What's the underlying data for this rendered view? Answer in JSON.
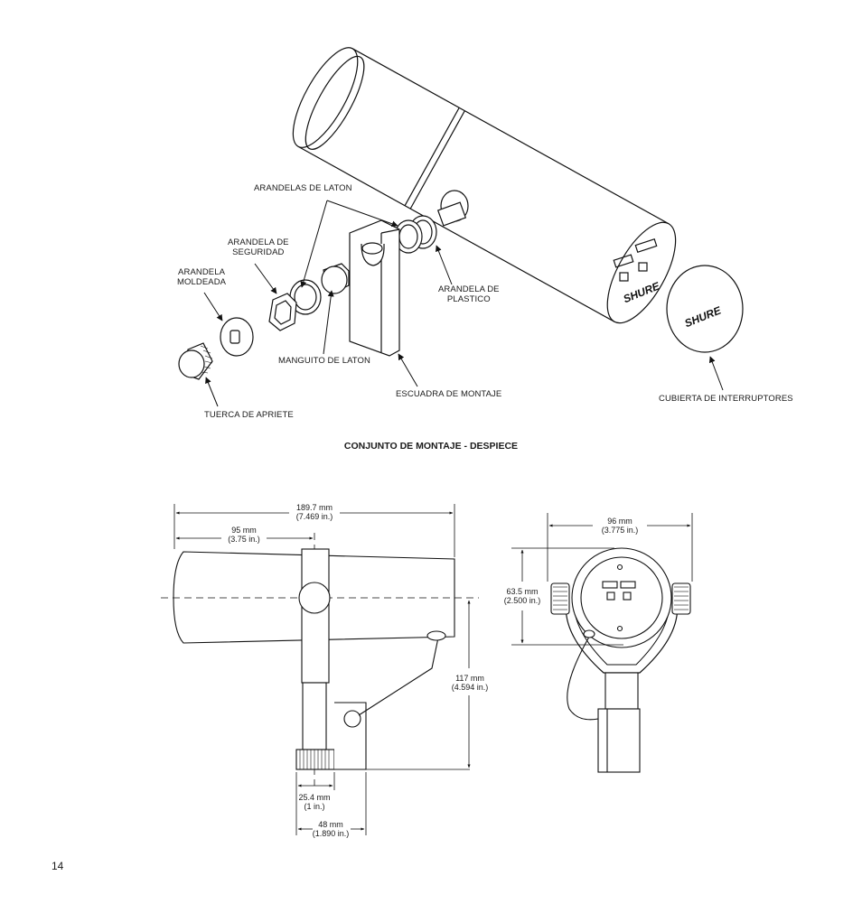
{
  "labels": {
    "arandelas_laton": "ARANDELAS DE LATON",
    "arandela_seguridad_1": "ARANDELA DE",
    "arandela_seguridad_2": "SEGURIDAD",
    "arandela_moldeada_1": "ARANDELA",
    "arandela_moldeada_2": "MOLDEADA",
    "arandela_plastico_1": "ARANDELA DE",
    "arandela_plastico_2": "PLASTICO",
    "manguito_laton": "MANGUITO DE LATON",
    "escuadra_montaje": "ESCUADRA DE MONTAJE",
    "tuerca_apriete": "TUERCA DE APRIETE",
    "cubierta_interruptores": "CUBIERTA DE INTERRUPTORES"
  },
  "caption": "CONJUNTO DE MONTAJE - DESPIECE",
  "brand": "SHURE",
  "dimensions": {
    "length_mm": "189.7 mm",
    "length_in": "(7.469 in.)",
    "half_mm": "95 mm",
    "half_in": "(3.75 in.)",
    "height_mm": "117 mm",
    "height_in": "(4.594 in.)",
    "nut_mm": "25.4 mm",
    "nut_in": "(1 in.)",
    "base_mm": "48 mm",
    "base_in": "(1.890 in.)",
    "width_mm": "96 mm",
    "width_in": "(3.775 in.)",
    "face_mm": "63.5 mm",
    "face_in": "(2.500 in.)"
  },
  "page_number": "14"
}
